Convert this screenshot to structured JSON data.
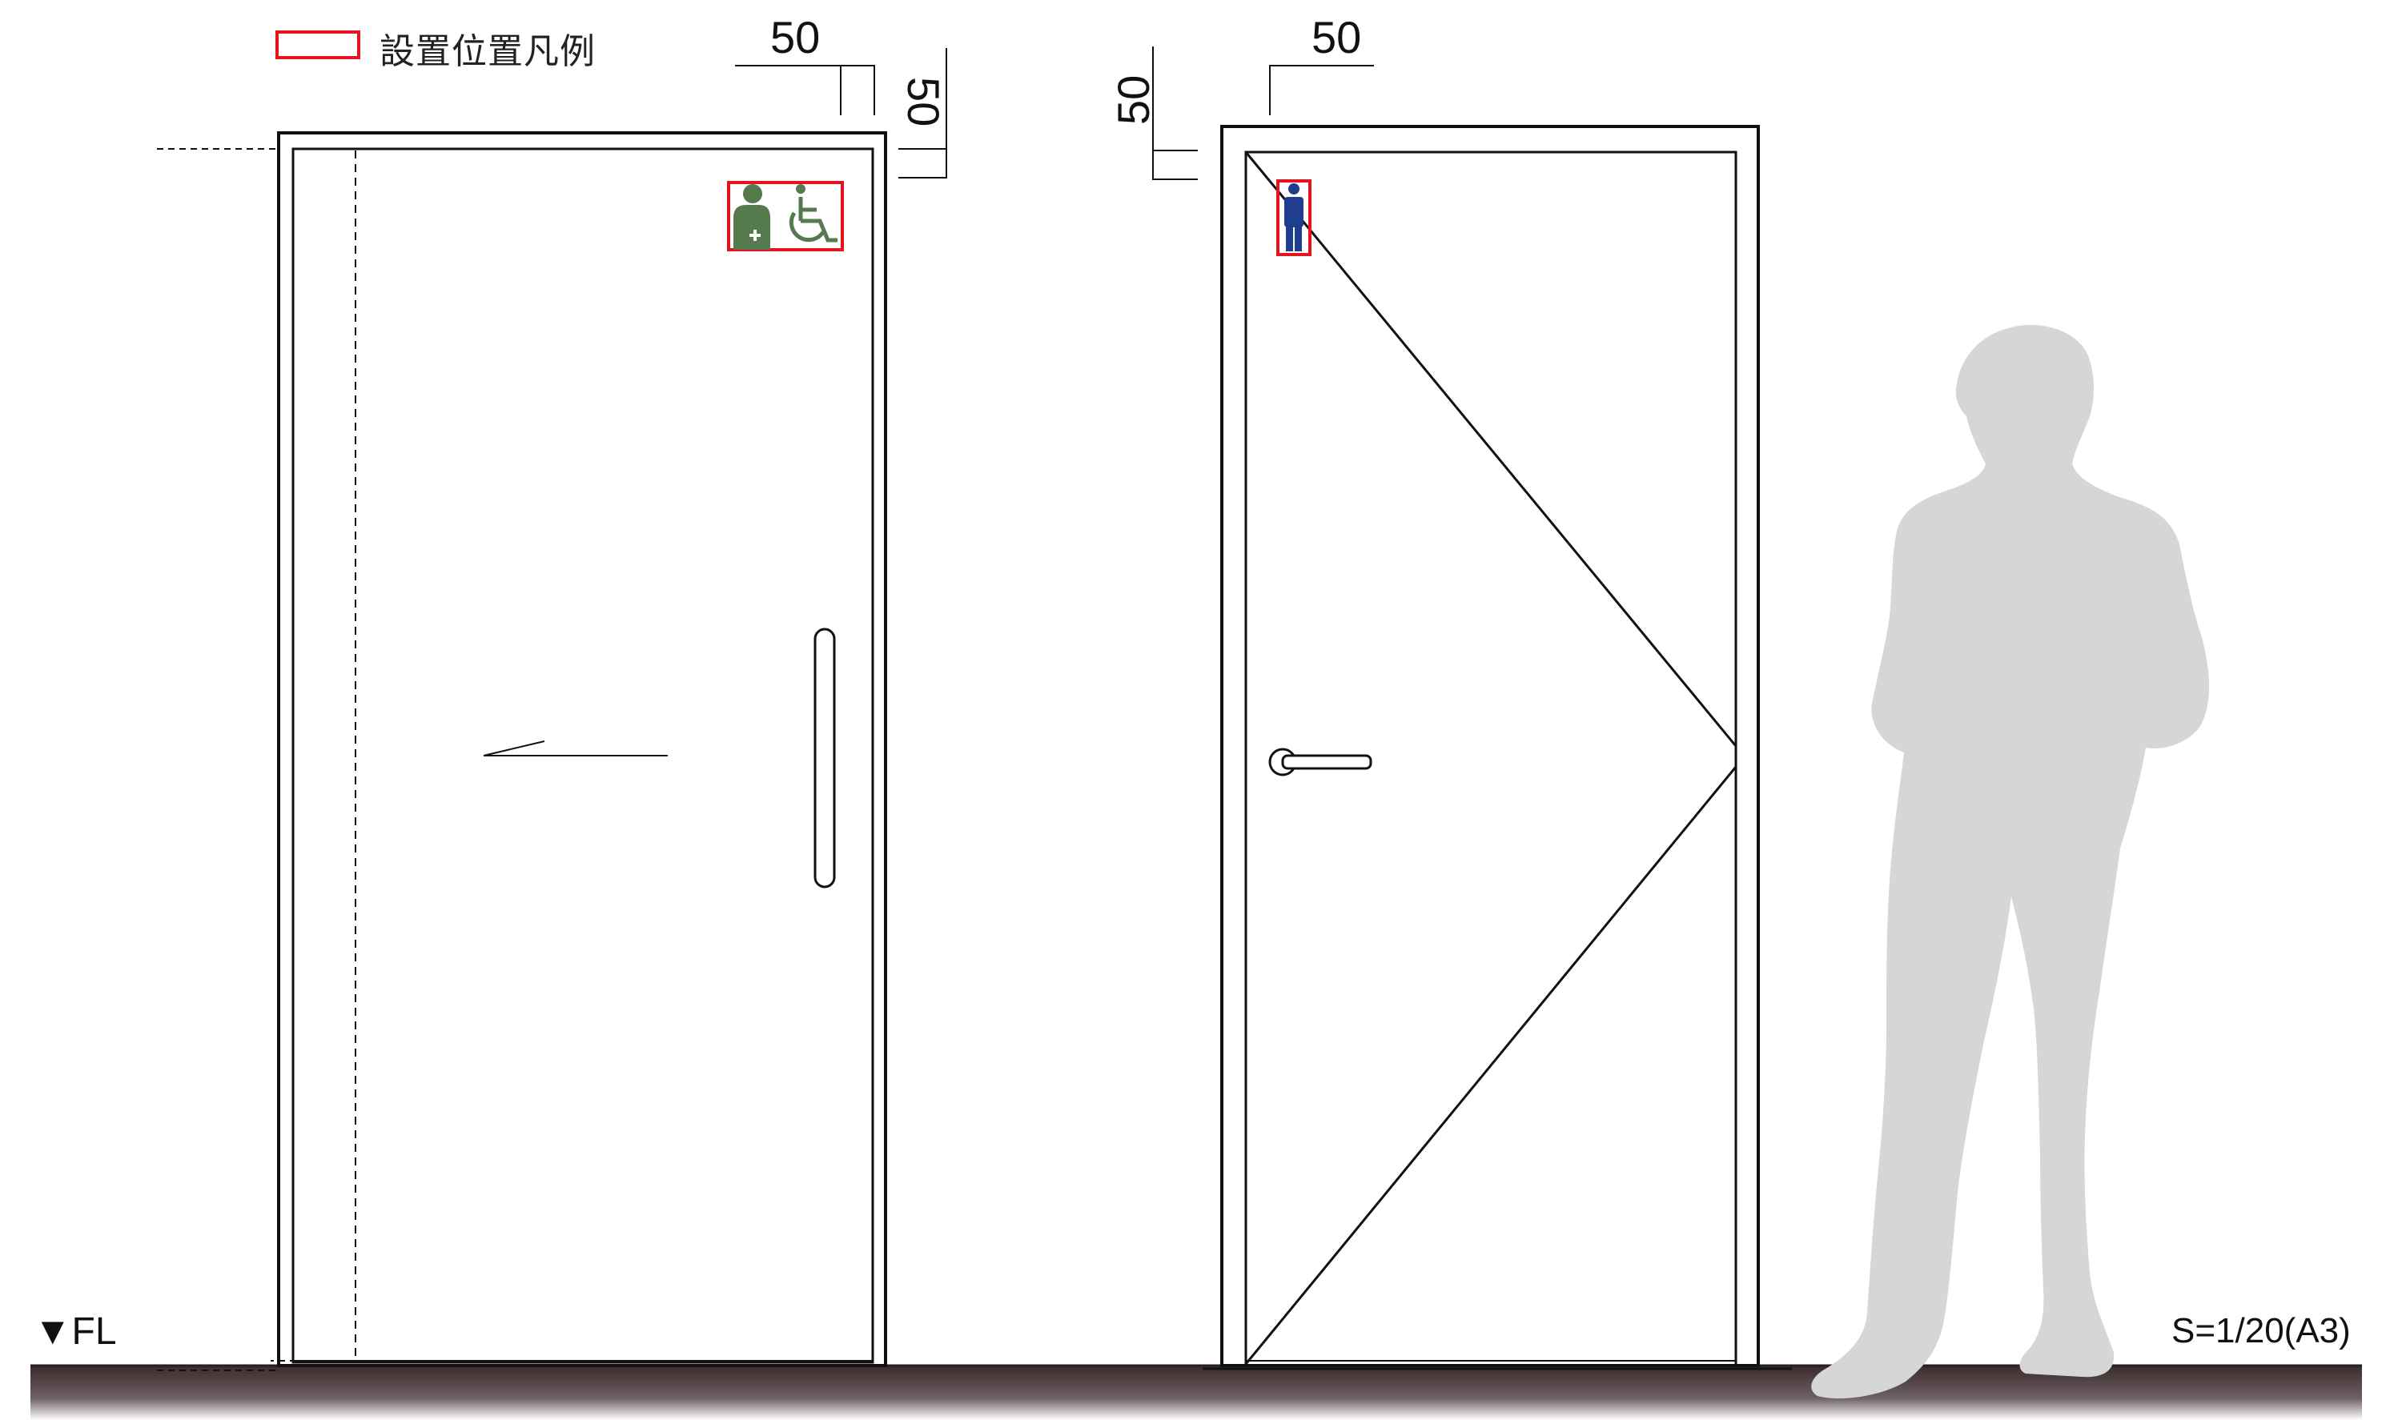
{
  "legend": {
    "label": "設置位置凡例",
    "swatch_color": "#e4141e"
  },
  "dimensions": {
    "door1_top_width": "50",
    "door1_side": "50",
    "door2_side": "50",
    "door2_top_width": "50"
  },
  "floor": {
    "label": "FL",
    "marker": "▼"
  },
  "scale": {
    "label": "S=1/20(A3)"
  },
  "signs": {
    "door1": [
      "first-aid-person-icon",
      "wheelchair-icon"
    ],
    "door2": [
      "male-toilet-icon"
    ],
    "door1_color": "#557a4e",
    "door2_color": "#1f3e8f"
  },
  "silhouette_color": "#d5d6d8"
}
